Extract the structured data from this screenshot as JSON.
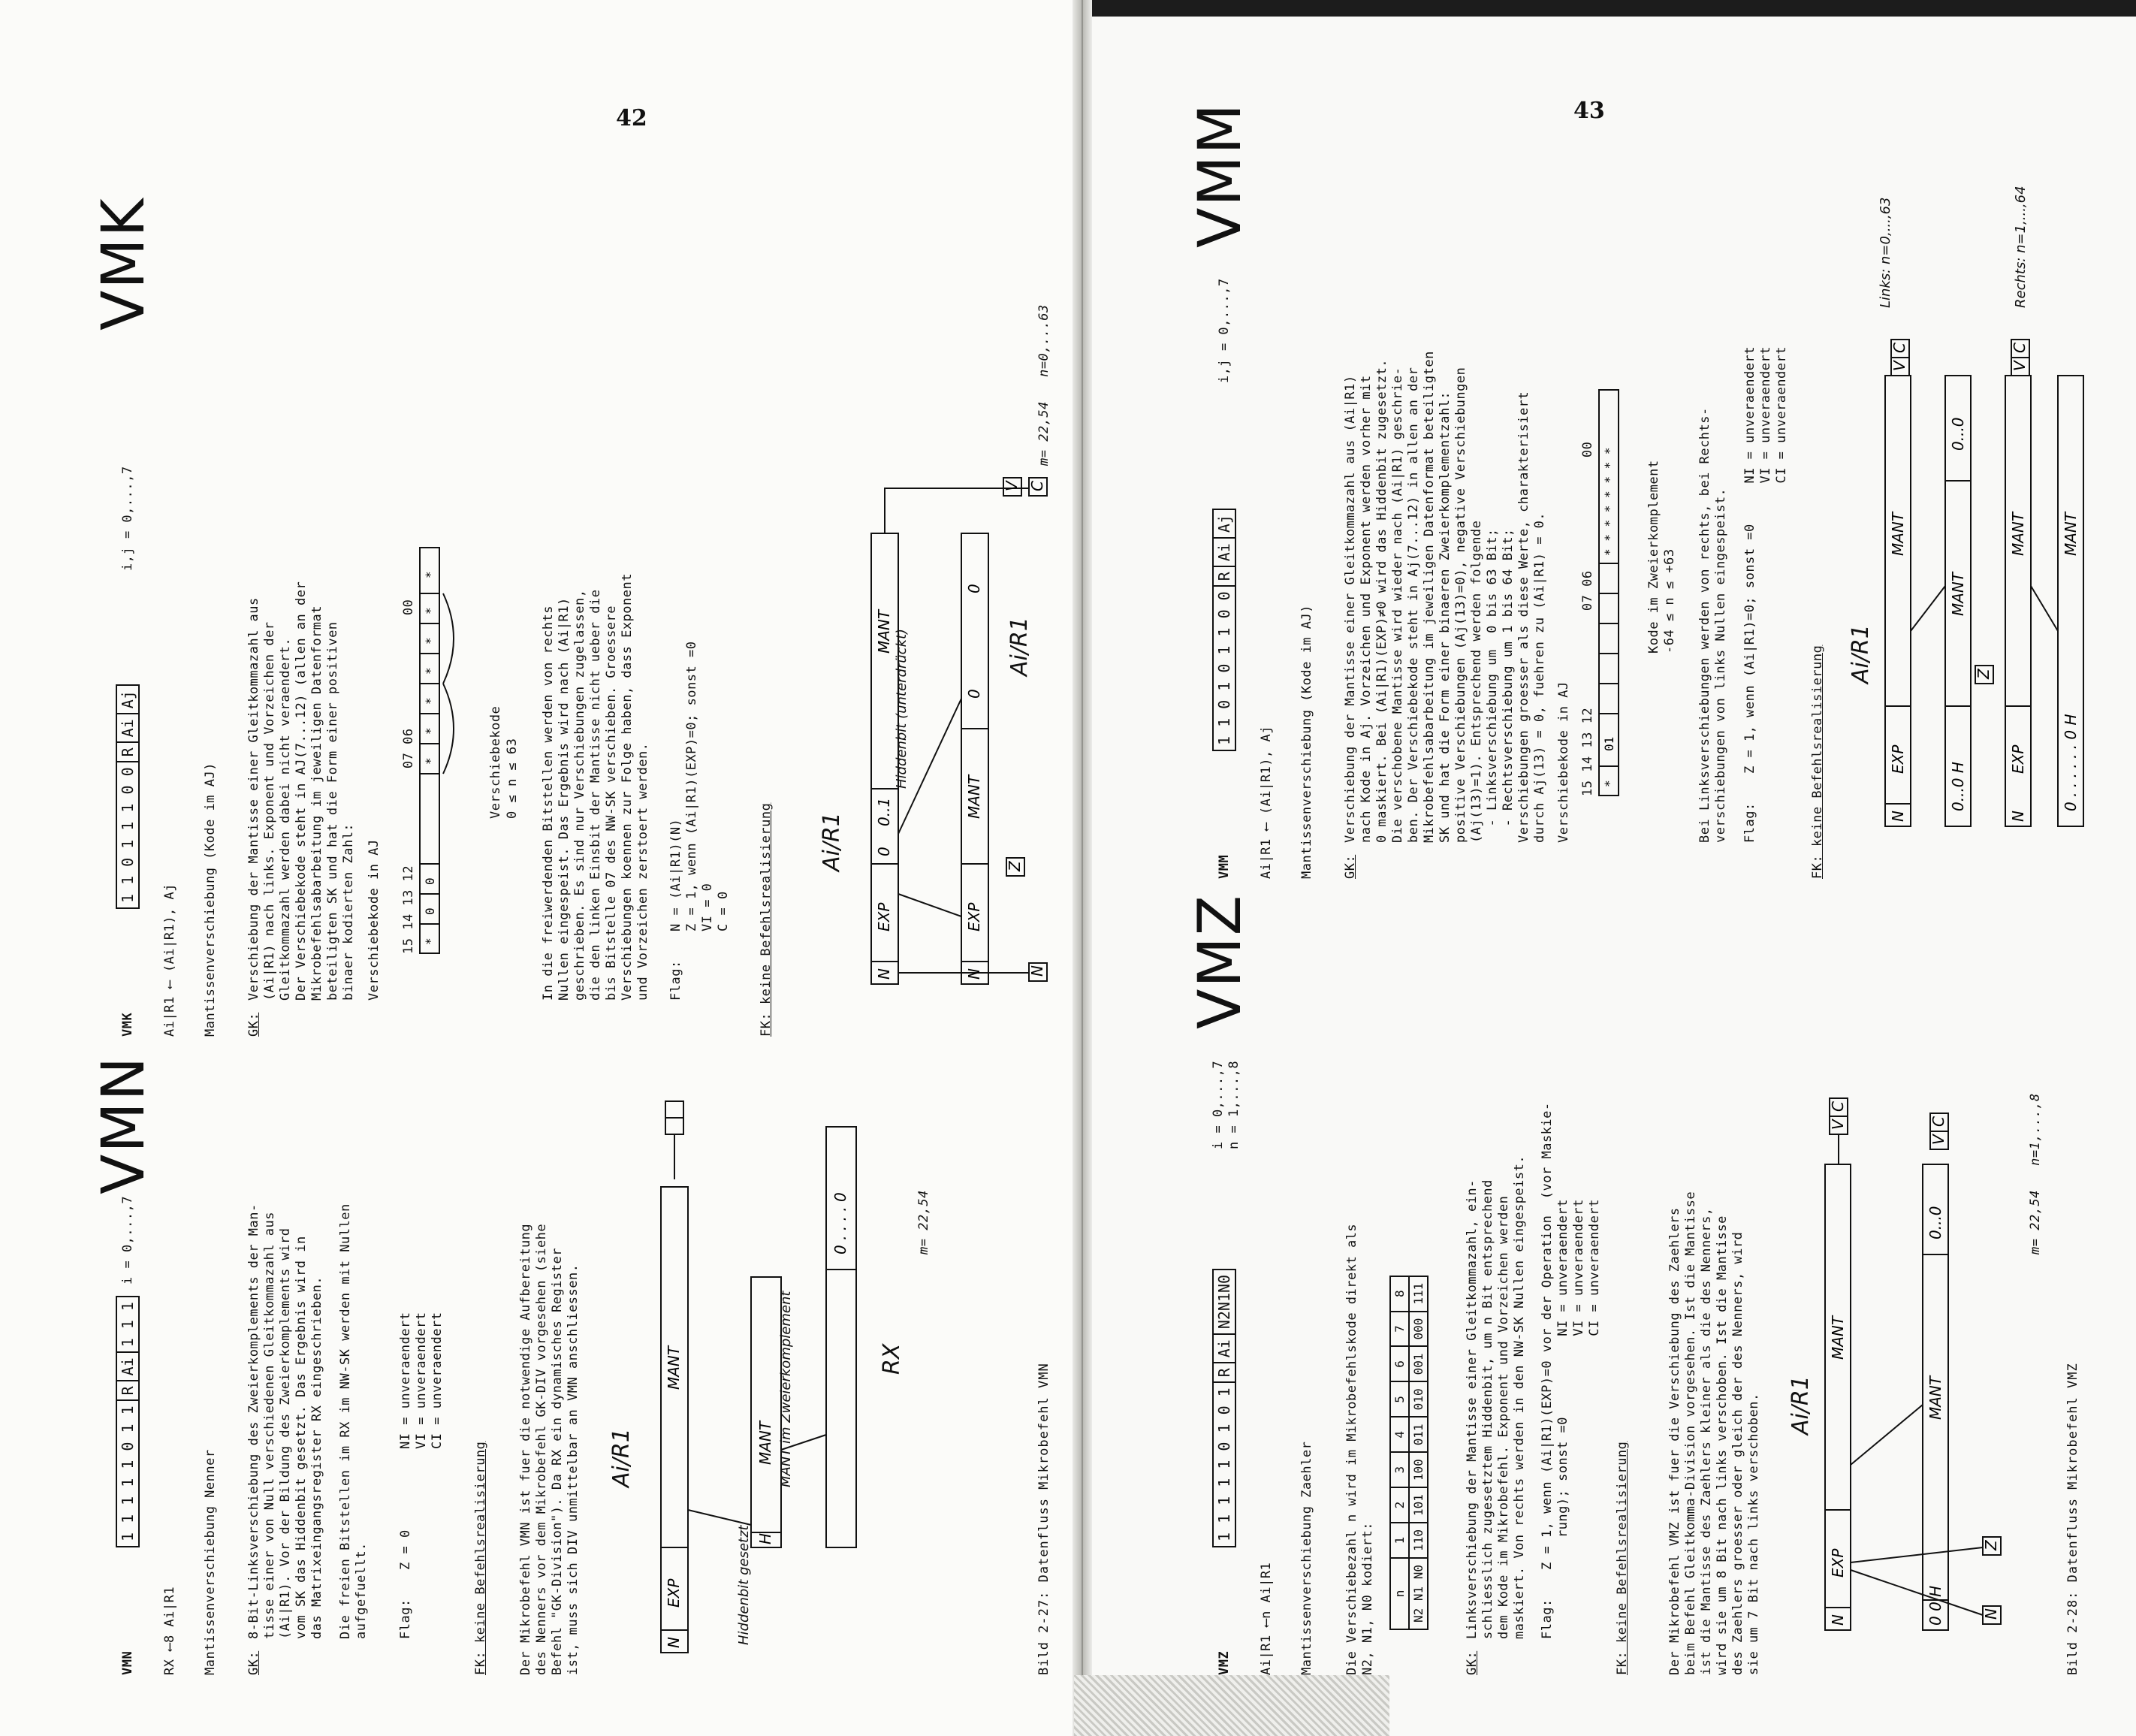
{
  "left_page": {
    "page_number": "42",
    "vmk": {
      "mnemonic": "VMK",
      "title": "VMK",
      "code": [
        "1 1 0 1 1 1 0 0",
        "R",
        "Ai",
        "Aj"
      ],
      "range": "i,j = 0,...,7",
      "operation": "Ai|R1 ⟵ (Ai|R1), Aj",
      "heading": "Mantissenverschiebung (Kode im AJ)",
      "gk_label": "GK:",
      "gk_text": "Verschiebung der Mantisse einer Gleitkommazahl aus\n(Ai|R1) nach links. Exponent und Vorzeichen der\nGleitkommazahl werden dabei nicht veraendert.\nDer Verschiebekode steht in AJ(7...12) (allen an der\nMikrobefehlsabarbeitung im jeweiligen Datenformat\nbeteiligten SK und hat die Form einer positiven\nbinaer kodierten Zahl:",
      "shift_code_label": "Verschiebekode in AJ",
      "bit_header": "15 14 13 12            07 06              00",
      "shift_note1": "Verschiebekode",
      "shift_note2": "0 ≤ n ≤ 63",
      "body2": "In die freiwerdenden Bitstellen werden von rechts\nNullen eingespeist. Das Ergebnis wird nach (Ai|R1)\ngeschrieben. Es sind nur Verschiebungen zugelassen,\ndie den linken Einsbit der Mantisse nicht ueber die\nbis Bitstelle 07 des NW-SK verschieben. Groessere\nVerschiebungen koennen zur Folge haben, dass Exponent\nund Vorzeichen zerstoert werden.",
      "flag_label": "Flag:",
      "flags": "N = (Ai|R1)(N)\nZ = 1, wenn (Ai|R1)(EXP)=0; sonst =0\nVI = 0\nC = 0",
      "fk": "FK: keine Befehlsrealisierung",
      "diag_title": "Ai/R1",
      "diag_title2": "Ai/R1",
      "hiddenbit": "Hiddenbit\n(unterdrückt)",
      "m_range": "m= 22,54   n=0,...63"
    },
    "vmn": {
      "mnemonic": "VMN",
      "title": "VMN",
      "code": [
        "1 1 1 1 1 0 1 1",
        "R",
        "Ai",
        "1 1 1"
      ],
      "range": "i = 0,...,7",
      "operation": "RX ⟵8 Ai|R1",
      "heading": "Mantissenverschiebung Nenner",
      "gk_label": "GK:",
      "gk_text": "8-Bit-Linksverschiebung des Zweierkomplements der Man-\ntisse einer von Null verschiedenen Gleitkommazahl aus\n(Ai|R1). Vor der Bildung des Zweierkomplements wird\nvom SK das Hiddenbit gesetzt. Das Ergebnis wird in\ndas Matrixeingangsregister RX eingeschrieben.",
      "body2": "Die freien Bitstellen im RX im NW-SK werden mit Nullen\naufgefuellt.",
      "flag_label": "Flag:",
      "flags": "Z = 0          NI = unveraendert\n               VI = unveraendert\n               CI = unveraendert",
      "fk": "FK: keine Befehlsrealisierung",
      "body3": "Der Mikrobefehl VMN ist fuer die notwendige Aufbereitung\ndes Nenners vor dem Mikrobefehl GK-DIV vorgesehen (siehe\nBefehl \"GK-Division\"). Da RX ein dynamisches Register\nist, muss sich DIV unmittelbar an VMN anschliessen.",
      "diag_title": "Ai/R1",
      "hidden_set": "Hiddenbit\ngesetzt",
      "mant_zk": "MANT im Zweierkomplement",
      "rx": "RX",
      "m_range": "m= 22,54",
      "caption": "Bild 2-27: Datenfluss Mikrobefehl VMN"
    }
  },
  "right_page": {
    "page_number": "43",
    "vmm": {
      "mnemonic": "VMM",
      "title": "VMM",
      "code": [
        "1 1 0 1 0 1 1 0 0",
        "R",
        "Ai",
        "Aj"
      ],
      "range": "i,j = 0,...,7",
      "operation": "Ai|R1 ⟵ (Ai|R1), Aj",
      "heading": "Mantissenverschiebung (Kode im AJ)",
      "gk_label": "GK:",
      "gk_text": "Verschiebung der Mantisse einer Gleitkommazahl aus (Ai|R1)\nnach Kode in Aj. Vorzeichen und Exponent werden vorher mit\n0 maskiert. Bei (Ai|R1)(EXP)≠0 wird das Hiddenbit zugesetzt.\nDie verschobene Mantisse wird wieder nach (Ai|R1) geschrie-\nben. Der Verschiebekode steht in Aj(7...12) in allen an der\nMikrobefehlsabarbeitung im jeweiligen Datenformat beteiligten\nSK und hat die Form einer binaeren Zweierkomplementzahl:\npositive Verschiebungen (Aj(13)=0), negative Verschiebungen\n(Aj(13)=1). Entsprechend werden folgende\n  - Linksverschiebung um  0 bis 63 Bit;\n  - Rechtsverschiebung um 1 bis 64 Bit;\nVerschiebungen groesser als diese Werte, charakterisiert\ndurch Aj(13) = 0, fuehren zu (Ai|R1) = 0.",
      "shift_code_label": "Verschiebekode in AJ",
      "bit_header": "15 14 13 12            07 06              00",
      "kode_note": "Kode im Zweierkomplement\n-64 ≤ n ≤ +63",
      "body2": "Bei Linksverschiebungen werden von rechts, bei Rechts-\nverschiebungen von links Nullen eingespeist.",
      "flag_label": "Flag:",
      "flags": "Z = 1, wenn (Ai|R1)=0; sonst =0     NI = unveraendert\n                                    VI = unveraendert\n                                    CI = unveraendert",
      "fk": "FK: keine Befehlsrealisierung",
      "links": "Links: n=0,...,63",
      "rechts": "Rechts: n=1,...,64",
      "diag_title": "Ai/R1"
    },
    "vmz": {
      "mnemonic": "VMZ",
      "title": "VMZ",
      "code": [
        "1 1 1 1 1 0 1 0 1",
        "R",
        "Ai",
        "N2N1N0"
      ],
      "range": "i = 0,...,7\nn = 1,...,8",
      "operation": "Ai|R1 ⟵n Ai|R1",
      "heading": "Mantissenverschiebung Zaehler",
      "intro": "Die Verschiebezahl n wird im Mikrobefehlskode direkt als\nN2, N1, N0 kodiert:",
      "table": [
        [
          "n",
          "1",
          "2",
          "3",
          "4",
          "5",
          "6",
          "7",
          "8"
        ],
        [
          "N2 N1 N0",
          "110",
          "101",
          "100",
          "011",
          "010",
          "001",
          "000",
          "111"
        ]
      ],
      "gk_label": "GK:",
      "gk_text": "Linksverschiebung der Mantisse einer Gleitkommazahl, ein-\nschliesslich zugesetztem Hiddenbit, um n Bit entsprechend\ndem Kode im Mikrobefehl. Exponent und Vorzeichen werden\nmaskiert. Von rechts werden in den NW-SK Nullen eingespeist.",
      "flag_label": "Flag:",
      "flags": "Z = 1, wenn (Ai|R1)(EXP)=0 vor der Operation  (vor Maskie-\n    rung); sonst =0          NI = unveraendert\n                             VI = unveraendert\n                             CI = unveraendert",
      "fk": "FK: keine Befehlsrealisierung",
      "body2": "Der Mikrobefehl VMZ ist fuer die Verschiebung des Zaehlers\nbeim Befehl Gleitkomma-Division vorgesehen. Ist die Mantisse\nist die Mantisse des Zaehlers kleiner als die des Nenners,\nwird sie um 8 Bit nach links verschoben. Ist die Mantisse\ndes Zaehlers groesser oder gleich der des Nenners, wird\nsie um 7 Bit nach links verschoben.",
      "diag_title": "Ai/R1",
      "m_range": "m= 22,54   n=1,...,8",
      "caption": "Bild 2-28: Datenfluss Mikrobefehl VMZ"
    }
  }
}
